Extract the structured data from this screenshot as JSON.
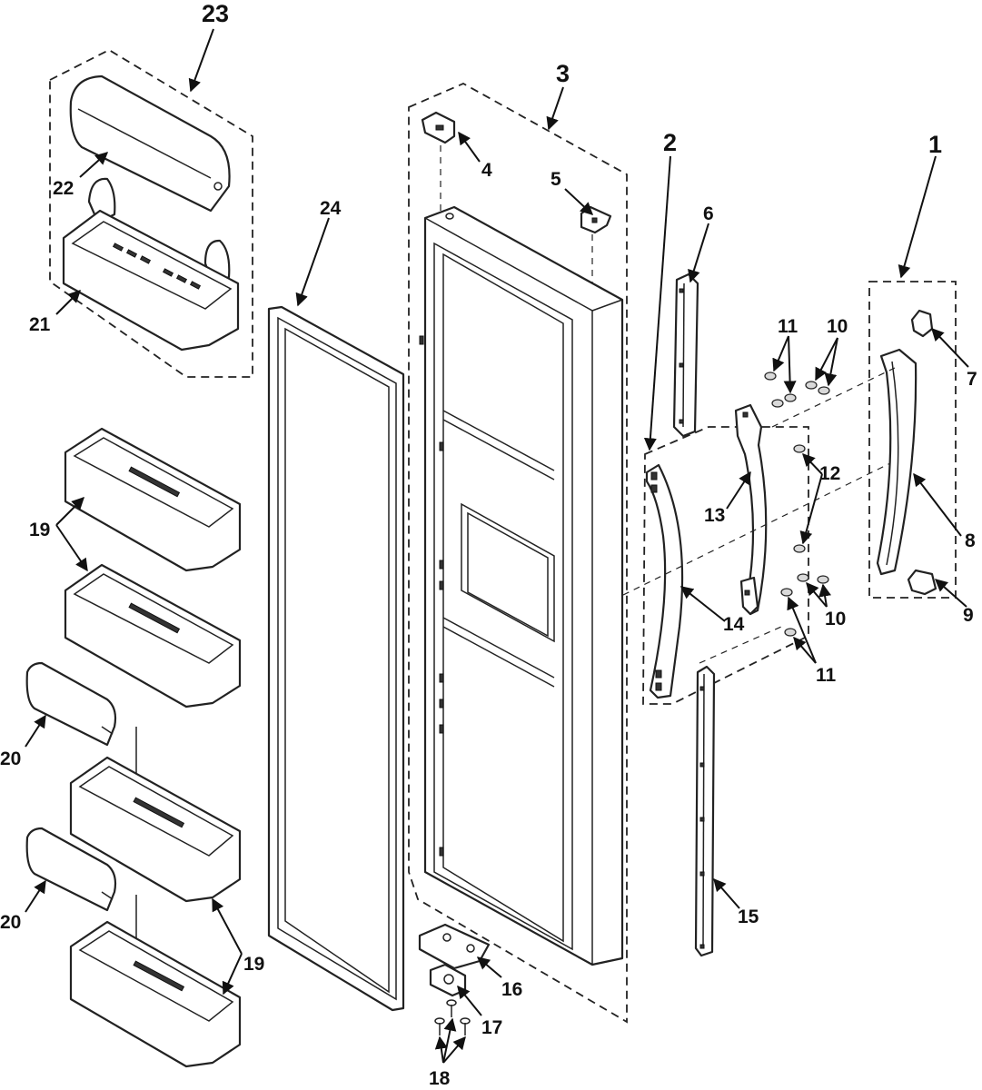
{
  "callouts": {
    "c1": "1",
    "c2": "2",
    "c3": "3",
    "c4": "4",
    "c5": "5",
    "c6": "6",
    "c7": "7",
    "c8": "8",
    "c9": "9",
    "c10a": "10",
    "c10b": "10",
    "c11a": "11",
    "c11b": "11",
    "c12": "12",
    "c13": "13",
    "c14": "14",
    "c15": "15",
    "c16": "16",
    "c17": "17",
    "c18": "18",
    "c19a": "19",
    "c19b": "19",
    "c20a": "20",
    "c20b": "20",
    "c21": "21",
    "c22": "22",
    "c23": "23",
    "c24": "24"
  },
  "colors": {
    "line": "#222222",
    "background": "#ffffff",
    "shade": "#d9d9d9"
  }
}
